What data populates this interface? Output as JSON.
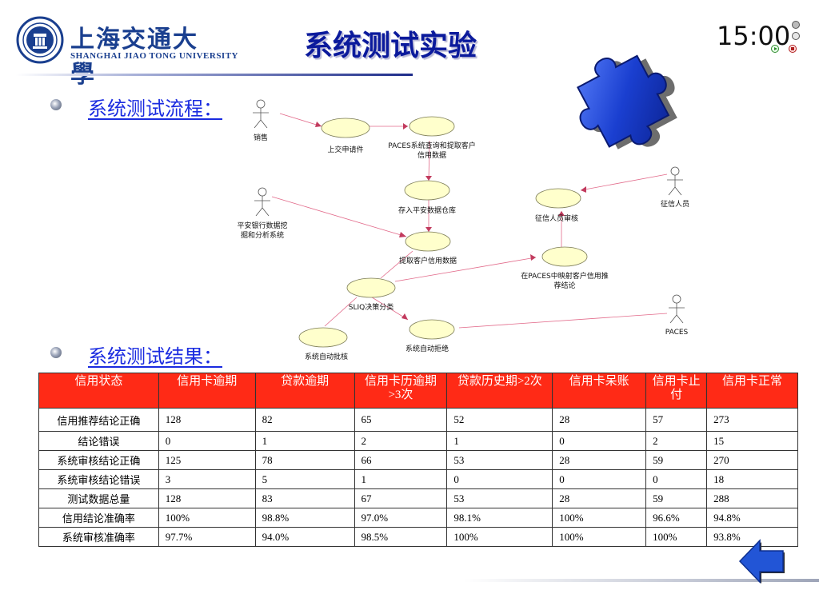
{
  "header": {
    "logo_cn": "上海交通大學",
    "logo_en": "SHANGHAI JIAO TONG UNIVERSITY",
    "title": "系统测试实验",
    "timer": "15:00"
  },
  "sections": {
    "flow_heading": "系统测试流程：",
    "results_heading": "系统测试结果："
  },
  "diagram": {
    "actors": {
      "sales": "销售",
      "pingan": [
        "平安银行数据挖",
        "掘和分析系统"
      ],
      "credit_staff": "征信人员",
      "paces": "PACES"
    },
    "usecases": {
      "submit": "上交申请件",
      "paces_query": [
        "PACES系统查询和提取客户",
        "信用数据"
      ],
      "store": "存入平安数据仓库",
      "extract": "提取客户信用数据",
      "credit_review": "征信人员审核",
      "map": [
        "在PACES中映射客户信用推",
        "荐结论"
      ],
      "sliq": "SLIQ决策分类",
      "auto_approve": "系统自动批核",
      "auto_reject": "系统自动拒绝"
    }
  },
  "table": {
    "headers": [
      "信用状态",
      "信用卡逾期",
      "贷款逾期",
      "信用卡历逾期>3次",
      "贷款历史期>2次",
      "信用卡呆账",
      "信用卡止付",
      "信用卡正常"
    ],
    "rows": [
      [
        "信用推荐结论正确",
        "128",
        "82",
        "65",
        "52",
        "28",
        "57",
        "273"
      ],
      [
        "结论错误",
        "0",
        "1",
        "2",
        "1",
        "0",
        "2",
        "15"
      ],
      [
        "系统审核结论正确",
        "125",
        "78",
        "66",
        "53",
        "28",
        "59",
        "270"
      ],
      [
        "系统审核结论错误",
        "3",
        "5",
        "1",
        "0",
        "0",
        "0",
        "18"
      ],
      [
        "测试数据总量",
        "128",
        "83",
        "67",
        "53",
        "28",
        "59",
        "288"
      ],
      [
        "信用结论准确率",
        "100%",
        "98.8%",
        "97.0%",
        "98.1%",
        "100%",
        "96.6%",
        "94.8%"
      ],
      [
        "系统审核准确率",
        "97.7%",
        "94.0%",
        "98.5%",
        "100%",
        "100%",
        "100%",
        "93.8%"
      ]
    ]
  },
  "colors": {
    "title": "#0b1a9c",
    "heading": "#1a2be0",
    "table_header_bg": "#ff2a16",
    "usecase_fill": "#ffffcc",
    "connector": "#e26a8a",
    "puzzle": "#1a3fd0",
    "back_arrow": "#2255d6"
  },
  "icons": {
    "logo": "university-seal-icon",
    "puzzle": "puzzle-piece-icon",
    "bullet": "radio-bullet-icon",
    "back": "back-arrow-icon"
  }
}
